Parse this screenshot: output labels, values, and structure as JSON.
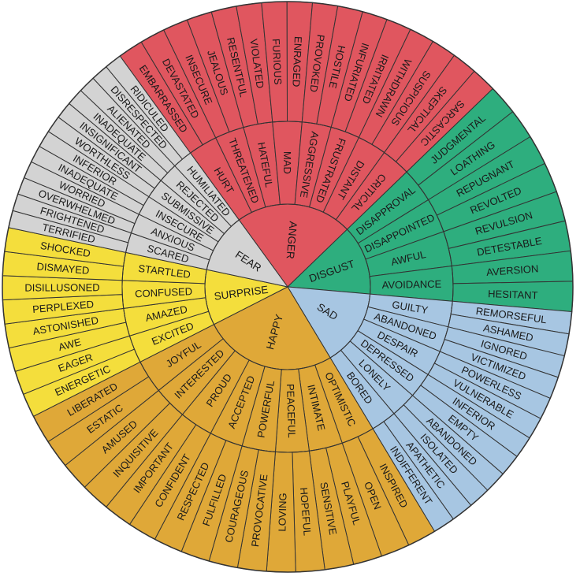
{
  "colors": {
    "anger": "#e0565f",
    "disgust": "#2eae7e",
    "sad": "#a7c6e2",
    "happy": "#dfa838",
    "surprise": "#f4de3c",
    "fear": "#d3d3d3",
    "stroke": "#333333",
    "text": "#1a1a1a"
  },
  "wheel": {
    "core": [
      {
        "key": "anger",
        "label": "ANGER",
        "start": 324,
        "end": 46,
        "middle": [
          "HURT",
          "THREATENED",
          "HATEFUL",
          "MAD",
          "AGGRESSIVE",
          "FRUSTRATED",
          "DISTANT",
          "CRITICAL"
        ],
        "outer": [
          "EMBARRASSED",
          "DEVASTATED",
          "INSECURE",
          "JEALOUS",
          "RESENTFUL",
          "VIOLATED",
          "FURIOUS",
          "ENRAGED",
          "PROVOKED",
          "HOSTILE",
          "INFURIATED",
          "IRRITATED",
          "WITHDRAWN",
          "SUSPICIOUS",
          "SKEPTICAL",
          "SARCASTIC"
        ]
      },
      {
        "key": "disgust",
        "label": "DISGUST",
        "start": 46,
        "end": 95,
        "middle": [
          "DISAPPROVAL",
          "DISAPPOINTED",
          "AWFUL",
          "AVOIDANCE"
        ],
        "outer": [
          "JUDGMENTAL",
          "LOATHING",
          "REPUGNANT",
          "REVOLTED",
          "REVULSION",
          "DETESTABLE",
          "AVERSION",
          "HESITANT"
        ]
      },
      {
        "key": "sad",
        "label": "SAD",
        "start": 95,
        "end": 149,
        "middle": [
          "GUILTY",
          "ABANDONED",
          "DESPAIR",
          "DEPRESSED",
          "LONELY",
          "BORED"
        ],
        "outer": [
          "REMORSEFUL",
          "ASHAMED",
          "IGNORED",
          "VICTIMIZED",
          "POWERLESS",
          "VULNERABLE",
          "INFERIOR",
          "EMPTY",
          "ABANDONED",
          "ISOLATED",
          "APATHETIC",
          "INDIFFERENT"
        ]
      },
      {
        "key": "happy",
        "label": "HAPPY",
        "start": 149,
        "end": 243,
        "middle": [
          "OPTIMISTIC",
          "INTIMATE",
          "PEACEFUL",
          "POWERFUL",
          "ACCEPTED",
          "PROUD",
          "INTERESTED",
          "JOYFUL"
        ],
        "outer": [
          "INSPIRED",
          "OPEN",
          "PLAYFUL",
          "SENSITIVE",
          "HOPEFUL",
          "LOVING",
          "PROVOCATIVE",
          "COURAGEOUS",
          "FULFILLED",
          "RESPECTED",
          "CONFIDENT",
          "IMPORTANT",
          "INQUISITIVE",
          "AMUSED",
          "ESTATIC",
          "LIBERATED"
        ]
      },
      {
        "key": "surprise",
        "label": "SURPRISE",
        "start": 243,
        "end": 282,
        "middle": [
          "EXCITED",
          "AMAZED",
          "CONFUSED",
          "STARTLED"
        ],
        "outer": [
          "ENERGETIC",
          "EAGER",
          "AWE",
          "ASTONISHED",
          "PERPLEXED",
          "DISILLUSONED",
          "DISMAYED",
          "SHOCKED"
        ]
      },
      {
        "key": "fear",
        "label": "FEAR",
        "start": 282,
        "end": 324,
        "middle": [
          "SCARED",
          "ANXIOUS",
          "INSECURE",
          "SUBMISSIVE",
          "REJECTED",
          "HUMILIATED"
        ],
        "outer": [
          "TERRIFIED",
          "FRIGHTENED",
          "OVERWHELMED",
          "WORRIED",
          "INADEQUATE",
          "INFERIOR",
          "WORTHLESS",
          "INSIGNIFICANT",
          "INADEQUATE",
          "ALIENATED",
          "DISRESPECTED",
          "RIDICULED"
        ]
      }
    ]
  }
}
